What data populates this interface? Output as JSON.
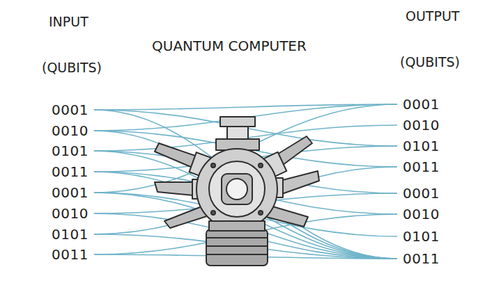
{
  "diagram": {
    "title": "QUANTUM COMPUTER",
    "labels": [
      "INPUT",
      "(QUBITS)",
      "0001",
      "0010",
      "0101",
      "0011",
      "0001",
      "0010",
      "0101",
      "0011",
      "OUTPUT",
      "(QUBITS)",
      "0001",
      "0010",
      "0101",
      "0011",
      "0001",
      "0010",
      "0101",
      "0011"
    ]
  }
}
